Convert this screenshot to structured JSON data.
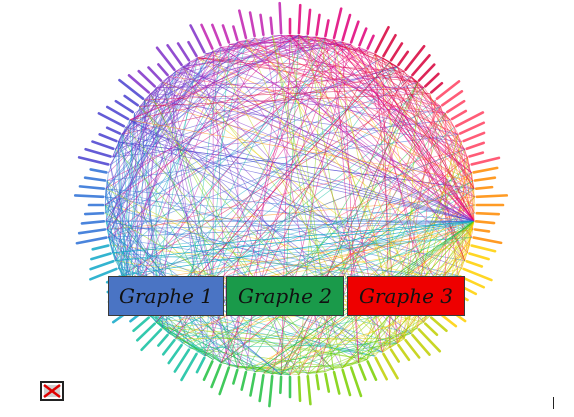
{
  "diagram": {
    "type": "circular-network-graph",
    "node_label_colors": [
      "#e0007a",
      "#d8003a",
      "#ff4060",
      "#ff8a00",
      "#ffd000",
      "#c0d000",
      "#7ad000",
      "#20c040",
      "#10c0a0",
      "#10a8c8",
      "#2b6fd6",
      "#4a40d0",
      "#8030c8",
      "#c020b0"
    ]
  },
  "buttons": [
    {
      "label": "Graphe 1",
      "color": "#4a74c4"
    },
    {
      "label": "Graphe 2",
      "color": "#1a9a4a"
    },
    {
      "label": "Graphe 3",
      "color": "#ee0000"
    }
  ],
  "broken_image_icon": "broken-image-icon"
}
